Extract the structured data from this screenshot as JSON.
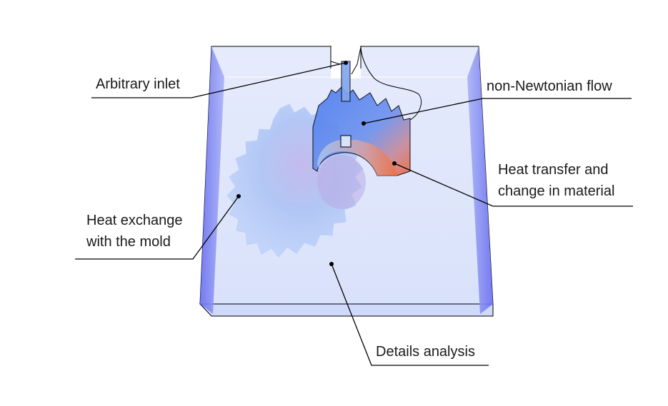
{
  "labels": {
    "arbitrary_inlet": "Arbitrary inlet",
    "non_newtonian_flow": "non-Newtonian flow",
    "heat_transfer_line1": "Heat transfer and",
    "heat_transfer_line2": "change in material",
    "heat_exchange_line1": "Heat exchange",
    "heat_exchange_line2": "with the mold",
    "details_analysis": "Details analysis"
  },
  "colors": {
    "mold_fill": "#dfe6fb",
    "mold_side": "#6f73ee",
    "gear": "#8fb1f2",
    "flow_front": "#5b86ee",
    "hot_zone": "#e8724a",
    "leader_line": "#000000"
  }
}
